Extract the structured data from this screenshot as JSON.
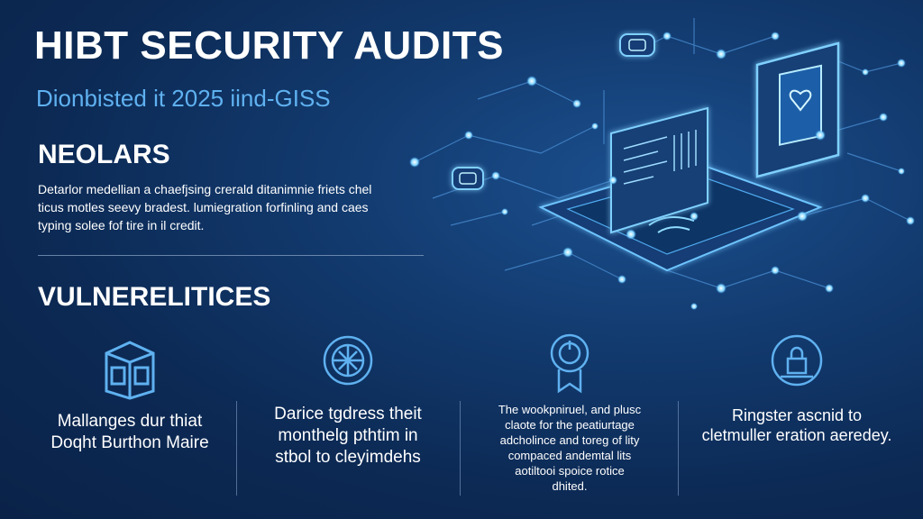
{
  "header": {
    "title": "HIBT SECURITY AUDITS",
    "subtitle": "Dionbisted it 2025 iind-GISS"
  },
  "section1": {
    "heading": "NEOLARS",
    "body": "Detarlor medellian a chaefjsing crerald ditanimnie friets chel ticus motles seevy bradest. lumiegration forfinling and caes typing solee fof tire in il credit."
  },
  "section2": {
    "heading": "VULNERELITICES",
    "items": [
      {
        "icon": "server-block-icon",
        "text": "Mallanges dur thiat Doqht Burthon Maire"
      },
      {
        "icon": "globe-network-icon",
        "text": "Darice tgdress theit monthelg pthtim in stbol to cleyimdehs"
      },
      {
        "icon": "lock-badge-icon",
        "text": "The wookpniruel, and plusc claote for the peatiurtage adcholince and toreg of lity compaced andemtal lits aotiltooi spoice rotice dhited."
      },
      {
        "icon": "shield-lock-icon",
        "text": "Ringster ascnid to cletmuller eration aeredey."
      }
    ]
  },
  "colors": {
    "background": "#0c2a55",
    "accent": "#5fb1f0",
    "glow": "#4fd2ff"
  }
}
